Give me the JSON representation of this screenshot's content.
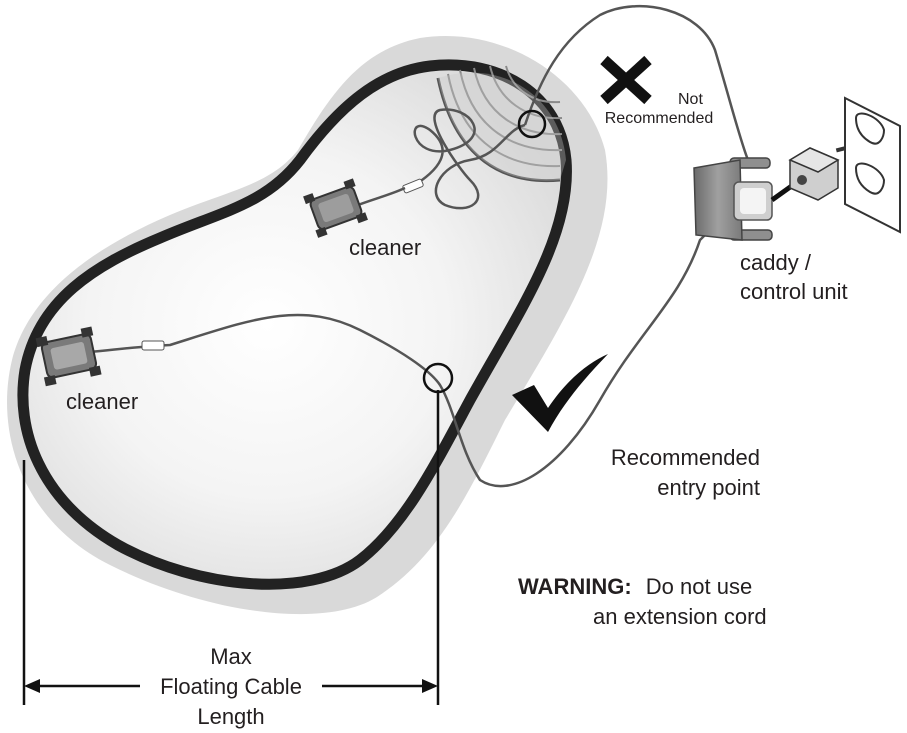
{
  "labels": {
    "cleaner_upper": "cleaner",
    "cleaner_lower": "cleaner",
    "not_recommended_line1": "Not",
    "not_recommended_line2": "Recommended",
    "caddy_line1": "caddy /",
    "caddy_line2": "control unit",
    "entry_line1": "Recommended",
    "entry_line2": "entry point",
    "warning_prefix": "WARNING:",
    "warning_line1": "Do not use",
    "warning_line2": "an extension cord",
    "max_line1": "Max",
    "max_line2": "Floating Cable",
    "max_line3": "Length"
  },
  "icons": {
    "not_recommended_mark": "x-mark-icon",
    "recommended_mark": "checkmark-icon"
  }
}
